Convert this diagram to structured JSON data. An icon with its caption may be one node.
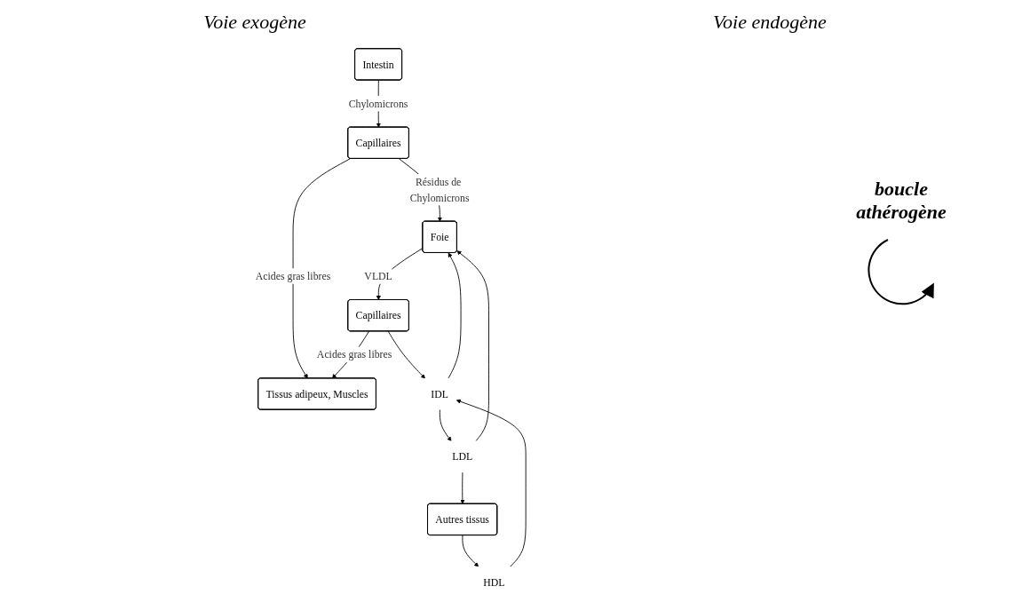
{
  "diagram": {
    "nodes": [
      {
        "text": [
          "Intestin"
        ]
      },
      {
        "text": [
          "Foie"
        ]
      },
      {
        "text": [
          "Autres tissus"
        ]
      },
      {
        "text": [
          "LDL"
        ]
      },
      {
        "text": [
          "Capillaires"
        ]
      },
      {
        "text": [
          "IDL"
        ]
      },
      {
        "text": [
          "HDL"
        ]
      },
      {
        "text": [
          "Capillaires"
        ]
      },
      {
        "text": [
          "Tissus adipeux, Muscles"
        ]
      }
    ],
    "edges": [
      {
        "from": 0,
        "to": 7,
        "arrow": "to",
        "label": "Chylomicrons"
      },
      {
        "from": 7,
        "to": 1,
        "arrow": "to",
        "label": "Résidus de Chylomicrons"
      },
      {
        "from": 7,
        "to": 8,
        "arrow": "to",
        "label": "Acides gras libres"
      },
      {
        "from": 1,
        "to": 4,
        "arrow": "to",
        "label": "VLDL"
      },
      {
        "from": 4,
        "to": 8,
        "arrow": "to",
        "label": "Acides gras libres"
      },
      {
        "from": 4,
        "to": 5,
        "arrow": "to"
      },
      {
        "from": 5,
        "to": 1,
        "arrow": "to"
      },
      {
        "from": 5,
        "to": 3,
        "arrow": "to"
      },
      {
        "from": 3,
        "to": 1,
        "arrow": "to"
      },
      {
        "from": 3,
        "to": 2,
        "arrow": "to"
      },
      {
        "from": 2,
        "to": 6,
        "arrow": "to"
      },
      {
        "from": 6,
        "to": 5,
        "arrow": "to"
      }
    ],
    "labels": [
      "Voie exogène",
      "Voie endogène",
      "boucle athérogène"
    ]
  }
}
